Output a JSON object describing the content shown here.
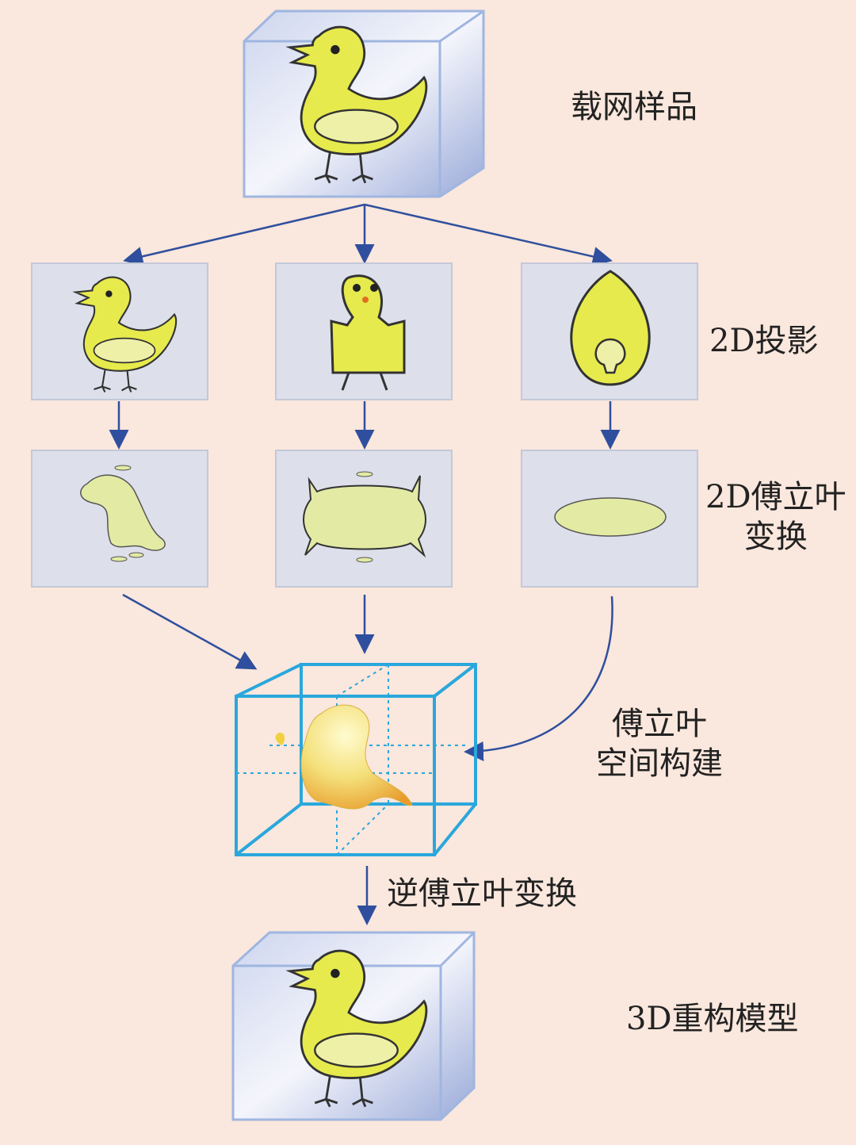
{
  "labels": {
    "sample": "载网样品",
    "projection": "2D投影",
    "fourier_line1": "2D傅立叶",
    "fourier_line2": "变换",
    "space_line1": "傅立叶",
    "space_line2": "空间构建",
    "inverse": "逆傅立叶变换",
    "model": "3D重构模型"
  },
  "colors": {
    "background": "#fae7dd",
    "panel": "#dde0ea",
    "arrow": "#2f4f9e",
    "duck": "#e6ea4c",
    "cube_frame": "#2aa7dc"
  }
}
